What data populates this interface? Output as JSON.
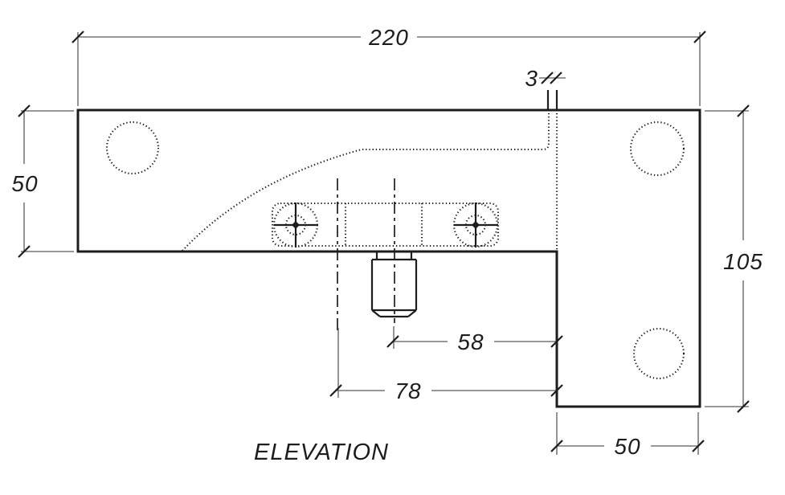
{
  "drawing": {
    "title": "ELEVATION",
    "dimensions": {
      "overall_width": "220",
      "flange_height": "50",
      "overall_height": "105",
      "plate_thickness": "3",
      "bolt_center_to_leg": "58",
      "centerline_to_leg": "78",
      "leg_width": "50"
    },
    "colors": {
      "ink": "#1d1d1d",
      "dim_line": "#5a5a5a",
      "background": "#ffffff"
    }
  }
}
